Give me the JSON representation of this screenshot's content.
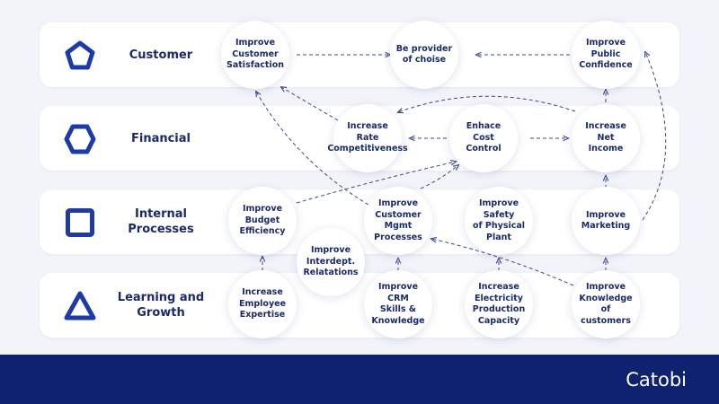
{
  "rows": [
    {
      "title": "Customer",
      "icon": "pentagon-icon"
    },
    {
      "title": "Financial",
      "icon": "hexagon-icon"
    },
    {
      "title": "Internal\nProcesses",
      "icon": "square-icon"
    },
    {
      "title": "Learning\nand Growth",
      "icon": "triangle-icon"
    }
  ],
  "nodes": [
    {
      "id": "improve-customer-satisfaction",
      "label": "Improve\nCustomer\nSatisfaction"
    },
    {
      "id": "be-provider-of-choise",
      "label": "Be provider\nof choise"
    },
    {
      "id": "improve-public-confidence",
      "label": "Improve\nPublic\nConfidence"
    },
    {
      "id": "increase-rate-competitiveness",
      "label": "Increase\nRate\nCompetitiveness"
    },
    {
      "id": "enhace-cost-control",
      "label": "Enhace\nCost\nControl"
    },
    {
      "id": "increase-net-income",
      "label": "Increase\nNet\nIncome"
    },
    {
      "id": "improve-budget-efficiency",
      "label": "Improve\nBudget\nEfficiency"
    },
    {
      "id": "improve-customer-mgmt-processes",
      "label": "Improve\nCustomer\nMgmt\nProcesses"
    },
    {
      "id": "improve-safety-of-physical-plant",
      "label": "Improve\nSafety\nof Physical\nPlant"
    },
    {
      "id": "improve-marketing",
      "label": "Improve\nMarketing"
    },
    {
      "id": "improve-interdept-relatations",
      "label": "Improve\nInterdept.\nRelatations"
    },
    {
      "id": "increase-employee-expertise",
      "label": "Increase\nEmployee\nExpertise"
    },
    {
      "id": "improve-crm-skills-knowledge",
      "label": "Improve CRM\nSkills &\nKnowledge"
    },
    {
      "id": "increase-electricity-production-capacity",
      "label": "Increase\nElectricity\nProduction\nCapacity"
    },
    {
      "id": "improve-knowledge-of-customers",
      "label": "Improve\nKnowledge\nof customers"
    }
  ],
  "brand": "Catobi",
  "colors": {
    "accent": "#1e3aa8",
    "text": "#1b2a6b",
    "footer": "#0f2270",
    "line": "#3a4a8a"
  }
}
